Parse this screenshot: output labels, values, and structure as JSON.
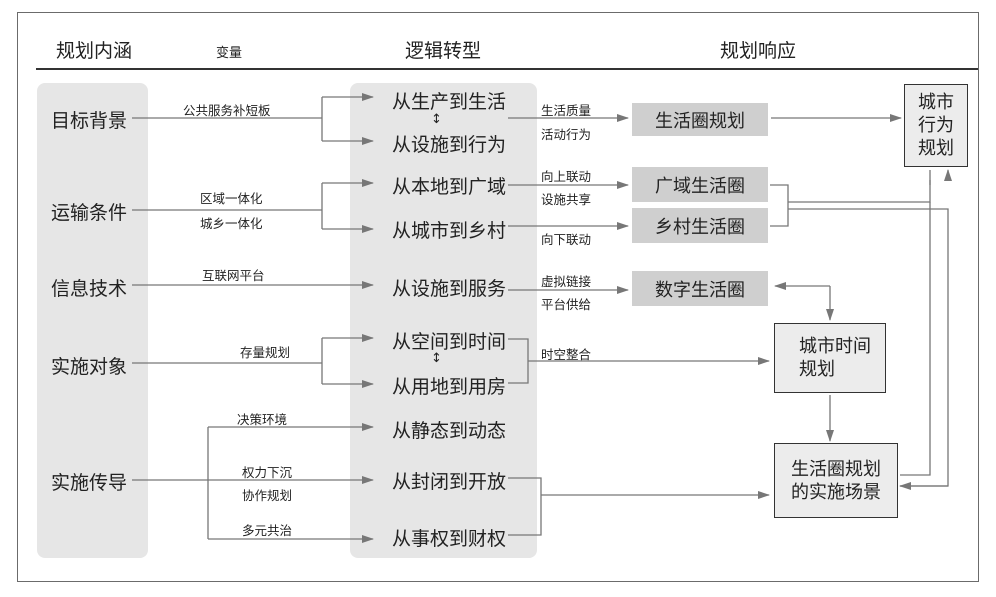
{
  "headers": {
    "connotation": "规划内涵",
    "variable": "变量",
    "transformation": "逻辑转型",
    "response": "规划响应"
  },
  "left_items": [
    {
      "label": "目标背景"
    },
    {
      "label": "运输条件"
    },
    {
      "label": "信息技术"
    },
    {
      "label": "实施对象"
    },
    {
      "label": "实施传导"
    }
  ],
  "variables": {
    "public_service": "公共服务补短板",
    "regional": "区域一体化",
    "urban_rural": "城乡一体化",
    "internet": "互联网平台",
    "stock": "存量规划",
    "decision": "决策环境",
    "power_down": "权力下沉",
    "collab": "协作规划",
    "multi": "多元共治"
  },
  "transforms": {
    "t1": "从生产到生活",
    "t2": "从设施到行为",
    "t3": "从本地到广域",
    "t4": "从城市到乡村",
    "t5": "从设施到服务",
    "t6": "从空间到时间",
    "t7": "从用地到用房",
    "t8": "从静态到动态",
    "t9": "从封闭到开放",
    "t10": "从事权到财权",
    "swap_symbol": "↕"
  },
  "links": {
    "quality": "生活质量",
    "activity": "活动行为",
    "upward": "向上联动",
    "sharing": "设施共享",
    "downward": "向下联动",
    "virtual": "虚拟链接",
    "platform": "平台供给",
    "spacetime": "时空整合"
  },
  "responses": {
    "life_circle_plan": "生活圈规划",
    "wide_circle": "广域生活圈",
    "rural_circle": "乡村生活圈",
    "digital_circle": "数字生活圈",
    "behavior_plan_l1": "城市",
    "behavior_plan_l2": "行为",
    "behavior_plan_l3": "规划",
    "time_plan_l1": "城市时间",
    "time_plan_l2": "规划",
    "scene_l1": "生活圈规划",
    "scene_l2": "的实施场景"
  }
}
